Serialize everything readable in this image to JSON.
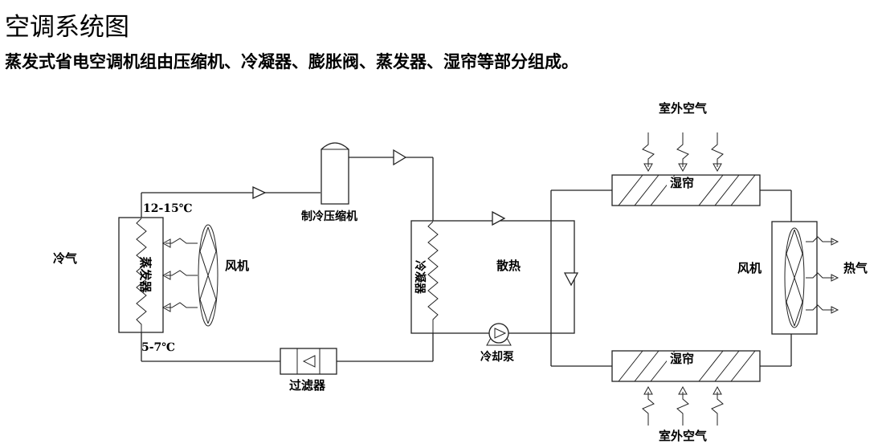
{
  "title": "空调系统图",
  "subtitle": "蒸发式省电空调机组由压缩机、冷凝器、膨胀阀、蒸发器、湿帘等部分组成。",
  "labels": {
    "outdoor_air_top": "室外空气",
    "outdoor_air_bottom": "室外空气",
    "temp_high": "12-15℃",
    "temp_low": "5-7℃",
    "compressor": "制冷压缩机",
    "cold_air": "冷气",
    "evaporator": "蒸发器",
    "fan_left": "风机",
    "condenser": "冷凝器",
    "heat_dissipation": "散热",
    "cooling_pump": "冷却泵",
    "filter": "过滤器",
    "wet_curtain_top": "湿帘",
    "wet_curtain_bottom": "湿帘",
    "fan_right": "风机",
    "hot_air": "热气"
  },
  "colors": {
    "line": "#222222",
    "text": "#000000",
    "background": "#ffffff"
  }
}
